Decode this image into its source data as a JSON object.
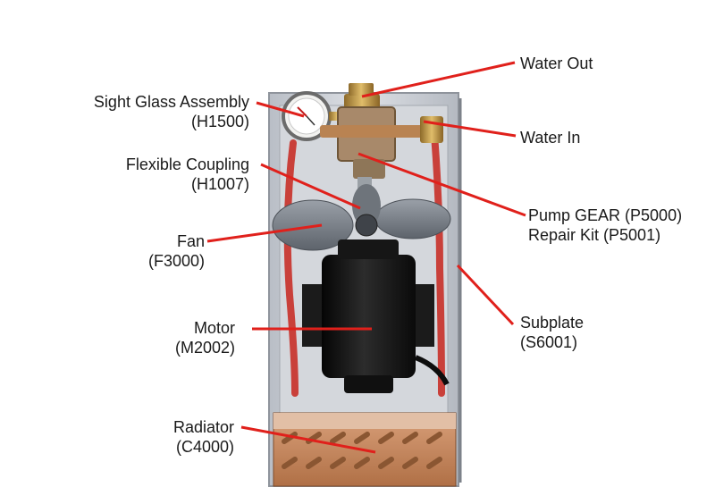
{
  "colors": {
    "callout_line": "#e0201b",
    "frame": "#c8ccd2",
    "motor": "#151515",
    "copper": "#c98a52",
    "brass": "#c9a24a",
    "hose": "#d8473a"
  },
  "callouts": {
    "sight_glass": {
      "name": "Sight Glass Assembly",
      "part": "(H1500)"
    },
    "flex_coupling": {
      "name": "Flexible Coupling",
      "part": "(H1007)"
    },
    "fan": {
      "name": "Fan",
      "part": "(F3000)"
    },
    "motor": {
      "name": "Motor",
      "part": "(M2002)"
    },
    "radiator": {
      "name": "Radiator",
      "part": "(C4000)"
    },
    "water_out": {
      "name": "Water Out"
    },
    "water_in": {
      "name": "Water In"
    },
    "pump": {
      "name": "Pump GEAR (P5000)",
      "part": "Repair Kit (P5001)"
    },
    "subplate": {
      "name": "Subplate",
      "part": "(S6001)"
    }
  }
}
